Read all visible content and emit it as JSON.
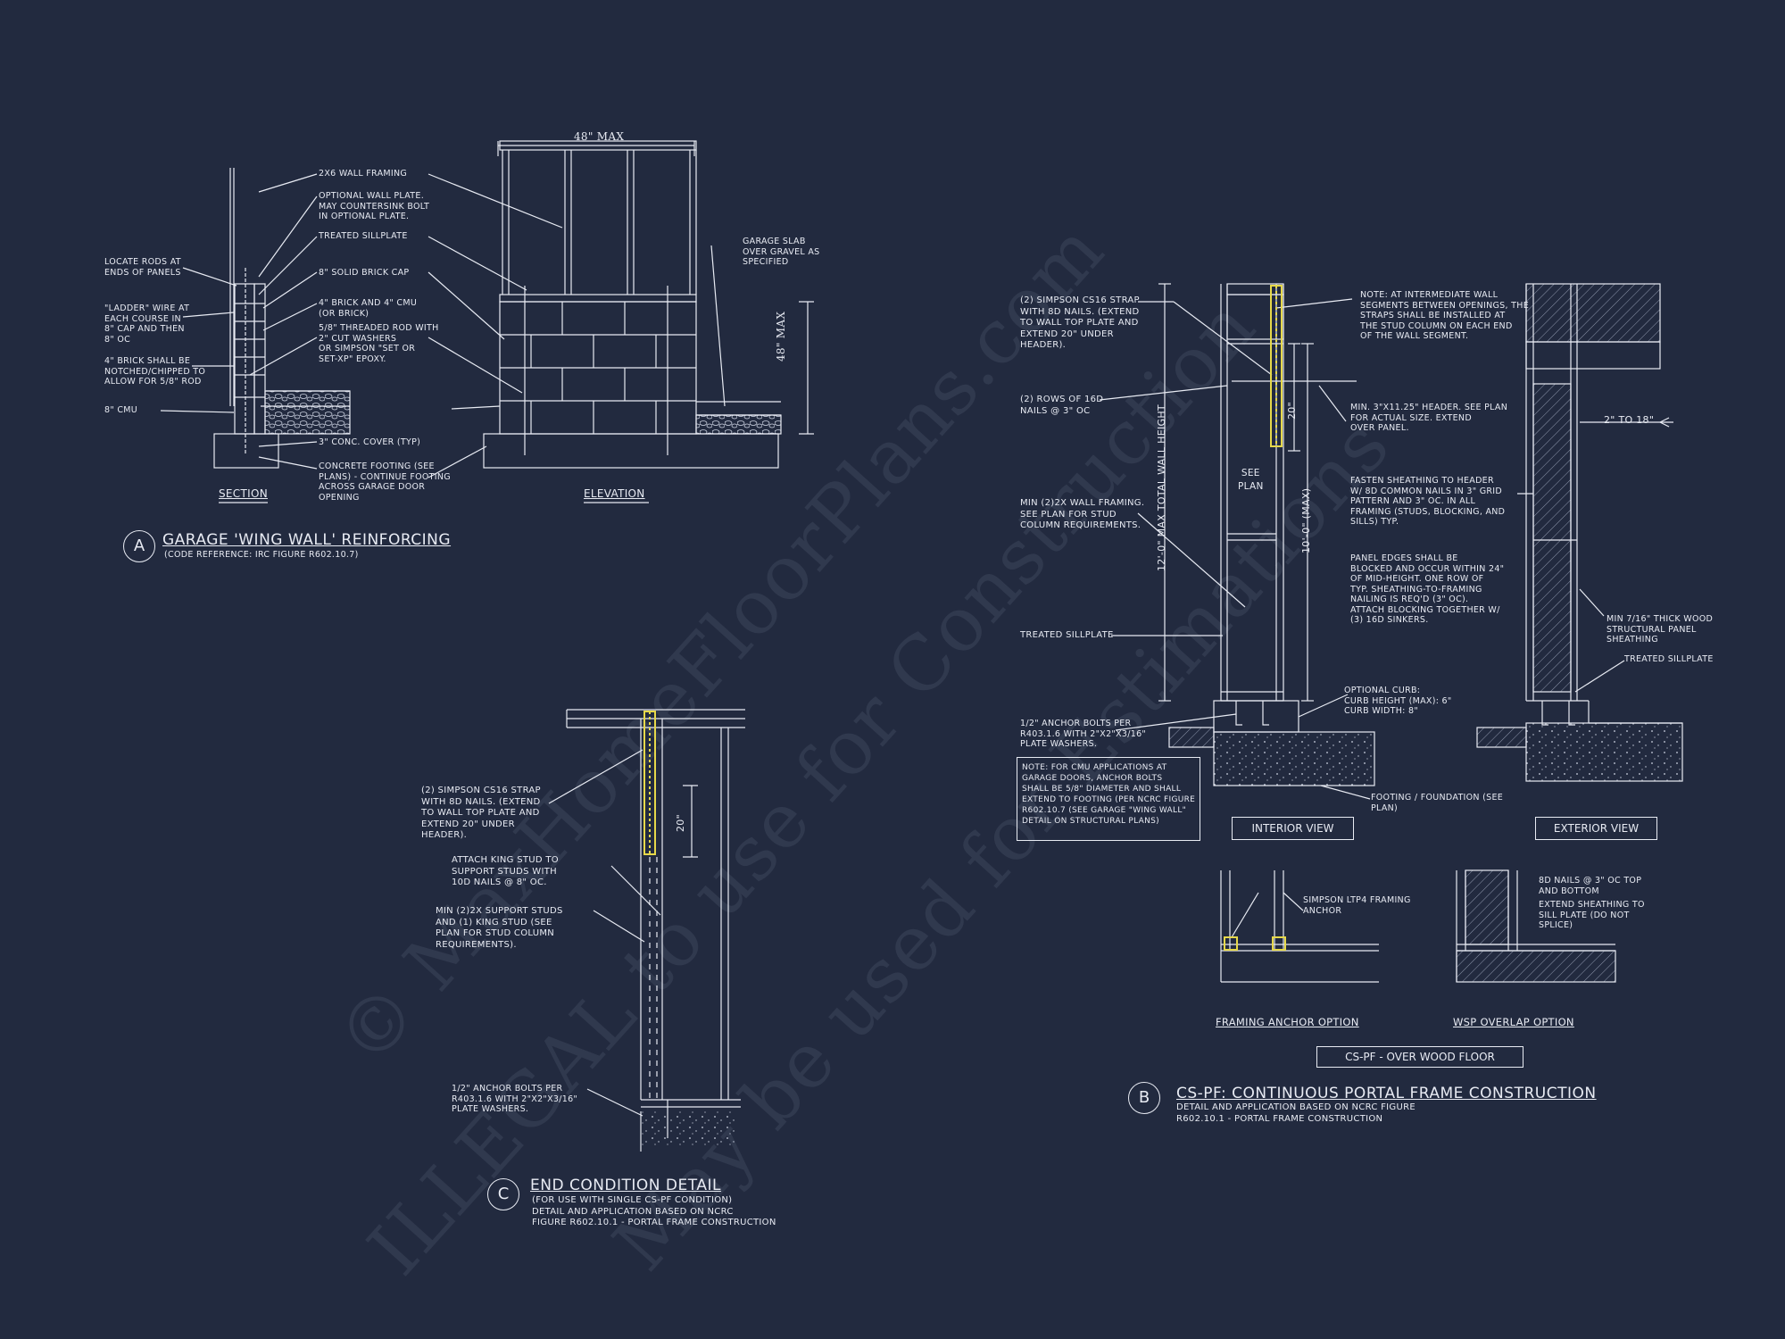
{
  "watermark": {
    "line1": "© MaxHomeFloorPlans.com",
    "line2": "ILLEGAL to use for Construction",
    "line3": "May be used for Estimations"
  },
  "detail_a": {
    "letter": "A",
    "title": "GARAGE 'WING WALL' REINFORCING",
    "subtitle": "(CODE REFERENCE: IRC FIGURE R602.10.7)",
    "section_label": "SECTION",
    "elevation_label": "ELEVATION",
    "dim_top": "48\" MAX",
    "dim_side": "48\" MAX",
    "callouts": {
      "framing": "2x6 WALL FRAMING",
      "optional_plate": "OPTIONAL WALL PLATE.\nMAY COUNTERSINK BOLT\nIN OPTIONAL PLATE.",
      "sillplate": "TREATED SILLPLATE",
      "brick_cap": "8\" SOLID BRICK CAP",
      "brick_cmu": "4\" BRICK AND 4\" CMU\n(OR BRICK)",
      "rod": "5/8\" THREADED ROD WITH\n2\" CUT WASHERS\nOR SIMPSON \"SET OR\nSET-XP\" EPOXY.",
      "cover": "3\" CONC. COVER (TYP)",
      "footing": "CONCRETE FOOTING (SEE\nPLANS) - CONTINUE FOOTING\nACROSS GARAGE DOOR\nOPENING",
      "locate_rods": "LOCATE RODS AT\nENDS OF PANELS",
      "ladder": "\"LADDER\" WIRE AT\nEACH COURSE IN\n8\" CAP AND THEN\n8\" OC",
      "brick_notch": "4\" BRICK SHALL BE\nNOTCHED/CHIPPED TO\nALLOW FOR 5/8\" ROD",
      "cmu": "8\" CMU",
      "garage_slab": "GARAGE SLAB\nOVER GRAVEL AS\nSPECIFIED"
    }
  },
  "detail_b": {
    "letter": "B",
    "title": "CS-PF: CONTINUOUS PORTAL FRAME CONSTRUCTION",
    "subtitle": "DETAIL AND APPLICATION BASED ON NCRC FIGURE\nR602.10.1 - PORTAL FRAME CONSTRUCTION",
    "interior_label": "INTERIOR VIEW",
    "exterior_label": "EXTERIOR VIEW",
    "framing_anchor_label": "FRAMING ANCHOR OPTION",
    "wsp_overlap_label": "WSP OVERLAP OPTION",
    "over_wood_floor": "CS-PF - OVER WOOD FLOOR",
    "see_plan": "SEE\nPLAN",
    "dim_total": "12'-0\" MAX TOTAL WALL HEIGHT",
    "dim_max": "10'-0\" (MAX)",
    "dim_20": "20\"",
    "dim_2to18": "2\" TO 18\"",
    "callouts": {
      "strap": "(2) SIMPSON CS16 STRAP\nWITH 8d NAILS. (EXTEND\nTO WALL TOP PLATE AND\nEXTEND 20\" UNDER\nHEADER).",
      "rows": "(2) ROWS OF 16d\nNAILS @ 3\" OC",
      "min_framing": "MIN (2)2X WALL FRAMING.\nSEE PLAN FOR STUD\nCOLUMN REQUIREMENTS.",
      "sillplate": "TREATED SILLPLATE",
      "anchor": "1/2\" ANCHOR BOLTS PER\nR403.1.6 WITH 2\"x2\"x3/16\"\nPLATE WASHERS.",
      "note_cmu": "NOTE: FOR CMU APPLICATIONS AT\nGARAGE DOORS, ANCHOR BOLTS\nSHALL BE 5/8\" DIAMETER AND SHALL\nEXTEND TO FOOTING (PER NCRC FIGURE\nR602.10.7 (SEE GARAGE \"WING WALL\"\nDETAIL ON STRUCTURAL PLANS)",
      "note_intermediate": "NOTE: AT INTERMEDIATE WALL\nSEGMENTS BETWEEN OPENINGS, THE\nSTRAPS SHALL BE INSTALLED AT\nTHE STUD COLUMN ON EACH END\nOF THE WALL SEGMENT.",
      "header": "MIN. 3\"x11.25\" HEADER. SEE PLAN\nFOR ACTUAL SIZE. EXTEND\nOVER PANEL.",
      "fasten": "FASTEN SHEATHING TO HEADER\nW/ 8d COMMON NAILS IN 3\" GRID\nPATTERN AND 3\" OC. IN ALL\nFRAMING (STUDS, BLOCKING, AND\nSILLS) TYP.",
      "panel_edges": "PANEL EDGES SHALL BE\nBLOCKED AND OCCUR WITHIN 24\"\nOF MID-HEIGHT. ONE ROW OF\nTYP. SHEATHING-TO-FRAMING\nNAILING IS REQ'D (3\" OC).\nATTACH BLOCKING TOGETHER W/\n(3) 16d SINKERS.",
      "sheathing": "MIN 7/16\" THICK WOOD\nSTRUCTURAL PANEL\nSHEATHING",
      "sillplate_ext": "TREATED SILLPLATE",
      "curb": "OPTIONAL CURB:\nCURB HEIGHT (MAX): 6\"\nCURB WIDTH: 8\"",
      "footing": "FOOTING / FOUNDATION (SEE\nPLAN)",
      "ltp4": "SIMPSON LTP4 FRAMING\nANCHOR",
      "nails_8d": "8d NAILS @ 3\" OC TOP\nAND BOTTOM",
      "extend_sheathing": "EXTEND SHEATHING TO\nSILL PLATE (DO NOT\nSPLICE)"
    }
  },
  "detail_c": {
    "letter": "C",
    "title": "END CONDITION DETAIL",
    "subtitle": "(FOR USE WITH SINGLE CS-PF CONDITION)\nDETAIL AND APPLICATION BASED ON NCRC\nFIGURE R602.10.1 - PORTAL FRAME CONSTRUCTION",
    "dim_20": "20\"",
    "callouts": {
      "strap": "(2) SIMPSON CS16 STRAP\nWITH 8d NAILS. (EXTEND\nTO WALL TOP PLATE AND\nEXTEND 20\" UNDER\nHEADER).",
      "king": "ATTACH KING STUD TO\nSUPPORT STUDS WITH\n10d NAILS @ 8\" OC.",
      "min_support": "MIN (2)2X SUPPORT STUDS\nAND (1) KING STUD (SEE\nPLAN FOR STUD COLUMN\nREQUIREMENTS).",
      "anchor": "1/2\" ANCHOR BOLTS PER\nR403.1.6 WITH 2\"x2\"x3/16\"\nPLATE WASHERS."
    }
  },
  "colors": {
    "background": "#222a3f",
    "line": "#e8ebf3",
    "strap": "#e6d84a"
  }
}
